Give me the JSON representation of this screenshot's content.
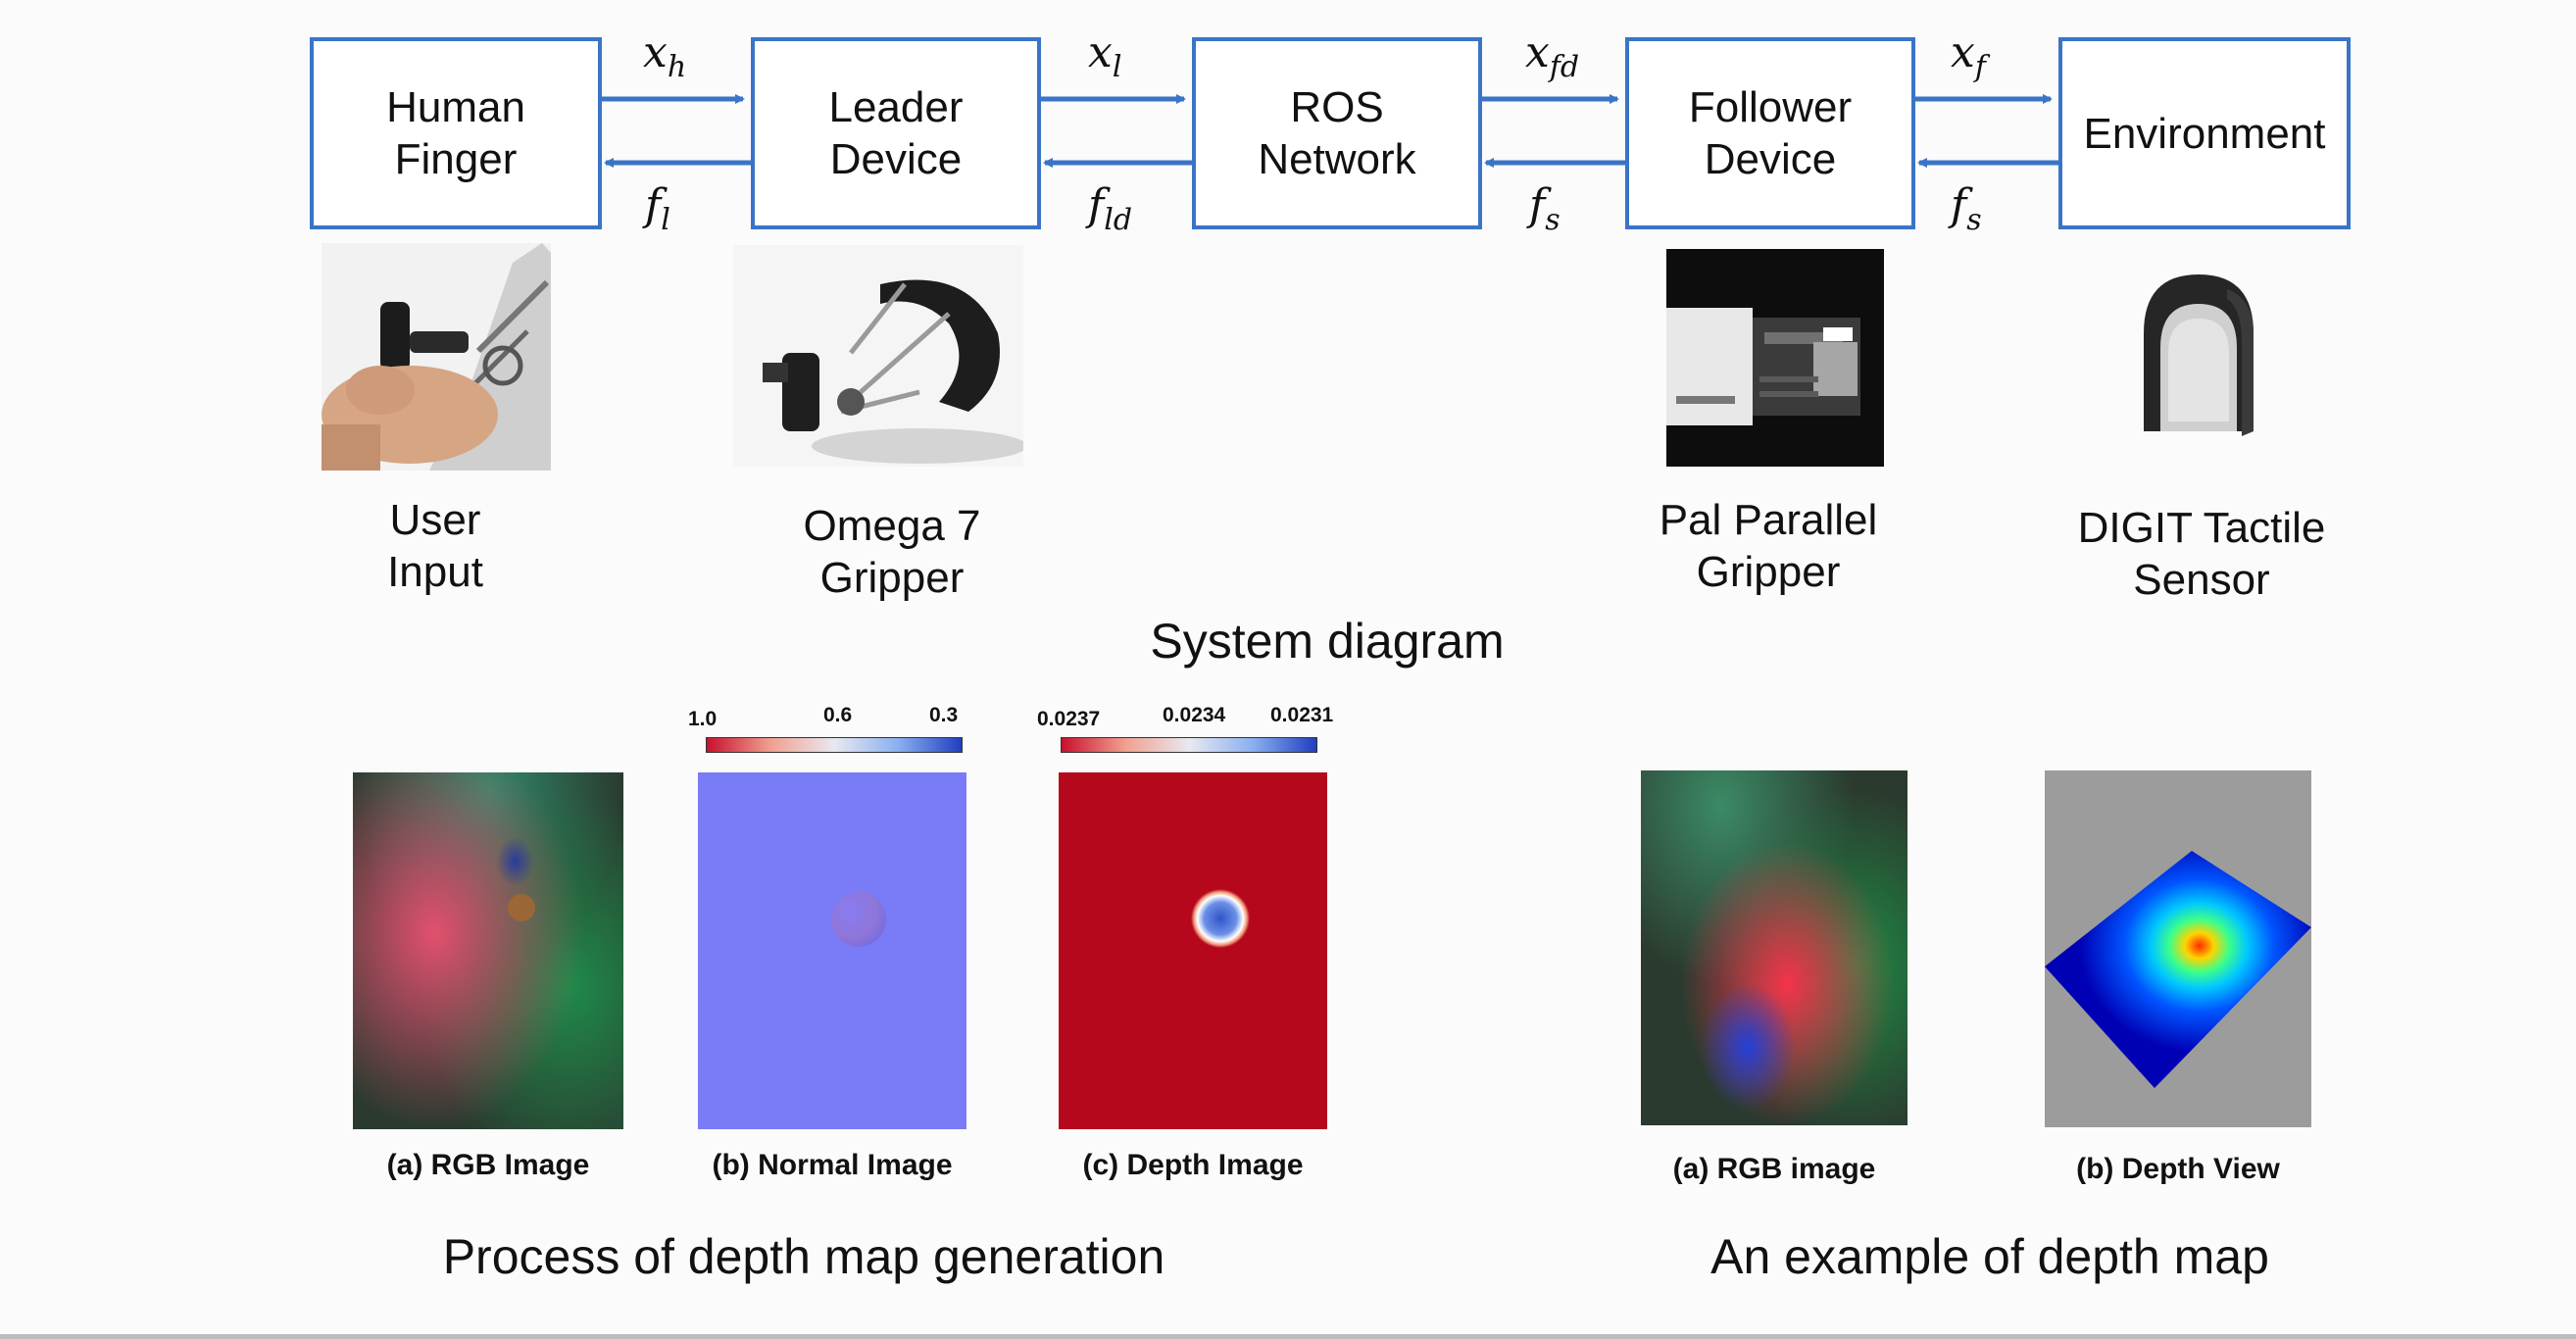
{
  "blocks": {
    "human": "Human\nFinger",
    "leader": "Leader\nDevice",
    "ros": "ROS\nNetwork",
    "follower": "Follower\nDevice",
    "environment": "Environment"
  },
  "signals": {
    "xh": {
      "base": "x",
      "sub": "h"
    },
    "xl": {
      "base": "x",
      "sub": "l"
    },
    "xfd": {
      "base": "x",
      "sub": "fd"
    },
    "xf": {
      "base": "x",
      "sub": "f"
    },
    "fl": {
      "base": "f",
      "sub": "l"
    },
    "fld": {
      "base": "f",
      "sub": "ld"
    },
    "fs1": {
      "base": "f",
      "sub": "s"
    },
    "fs2": {
      "base": "f",
      "sub": "s"
    }
  },
  "devices": {
    "user_input": "User\nInput",
    "omega7": "Omega 7\nGripper",
    "pal": "Pal Parallel\nGripper",
    "digit": "DIGIT Tactile\nSensor"
  },
  "captions": {
    "system": "System diagram",
    "process": "Process of depth map generation",
    "example": "An example of depth map"
  },
  "process_panels": {
    "rgb": "(a) RGB Image",
    "normal": "(b) Normal Image",
    "depth": "(c) Depth Image"
  },
  "colorbars": {
    "normal": [
      "1.0",
      "0.6",
      "0.3"
    ],
    "depth": [
      "0.0237",
      "0.0234",
      "0.0231"
    ]
  },
  "example_panels": {
    "rgb": "(a) RGB image",
    "depth": "(b) Depth View"
  },
  "colors": {
    "block_border": "#3a74c6",
    "arrow": "#3a74c6"
  }
}
